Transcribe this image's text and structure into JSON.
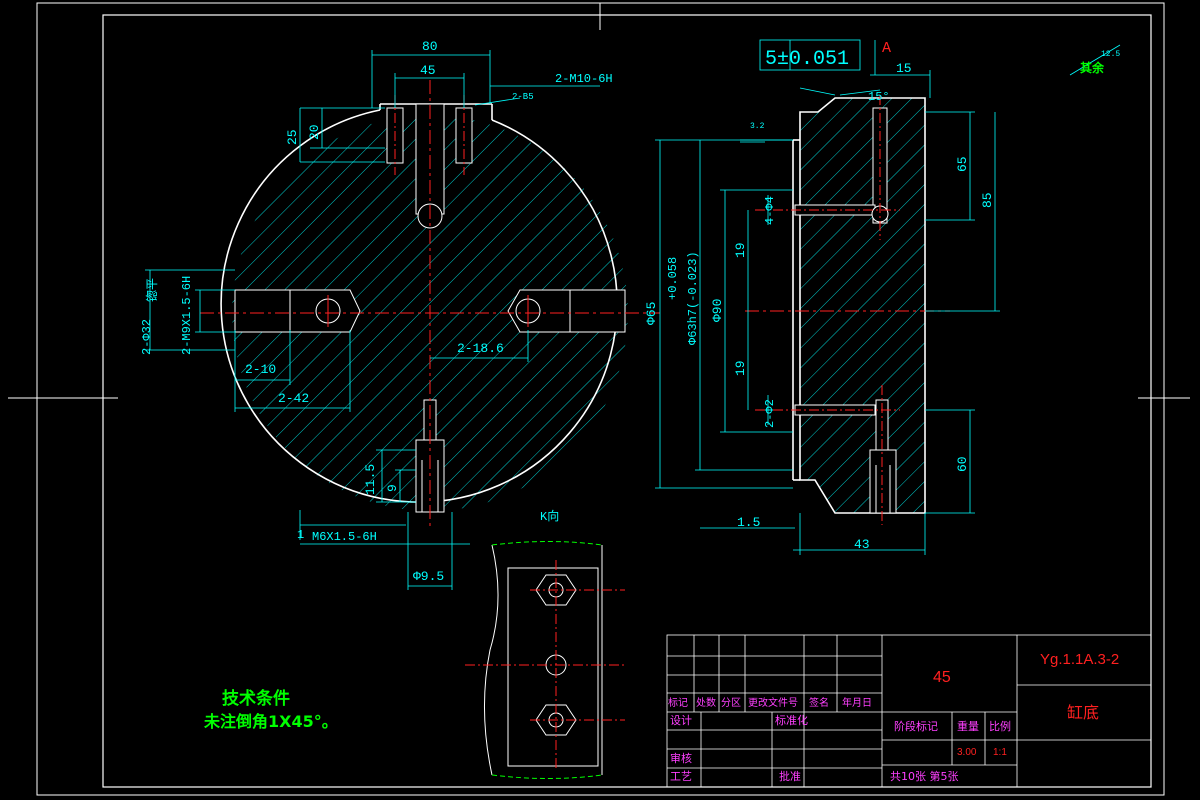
{
  "drawing": {
    "dims_left": {
      "d80": "80",
      "d45": "45",
      "thread_top": "2-M10-6H",
      "small_b5": "2-B5",
      "d25": "25",
      "d20": "20",
      "phi32": "2-Φ32",
      "spot_face": "锪平",
      "m9": "2-M9X1.5-6H",
      "d2_10": "2-10",
      "d2_42": "2-42",
      "d2_18_6": "2-18.6",
      "d11_5": "11.5",
      "d9": "9",
      "d1": "1",
      "m6": "M6X1.5-6H",
      "phi9_5": "Φ9.5",
      "phi65": "Φ65"
    },
    "dims_right": {
      "tol_frame": "5±0.051",
      "datum_a": "A",
      "d15": "15",
      "angle15": "15°",
      "rough32": "3.2",
      "rough_other_label": "其余",
      "rough125": "12.5",
      "d65": "65",
      "d85": "85",
      "tol": "+0.058",
      "phi63": "Φ63h7(-0.023)",
      "d4_phi4": "4-Φ4",
      "d19a": "19",
      "phi90": "Φ90",
      "d19b": "19",
      "d2_phi2": "2-Φ2",
      "d60": "60",
      "d1_5": "1.5",
      "d43": "43"
    },
    "view_k": "K向",
    "tech_title": "技术条件",
    "tech_note": "未注倒角1X45°。"
  },
  "title_block": {
    "material": "45",
    "drawing_no": "Yg.1.1A.3-2",
    "part_name": "缸底",
    "row_headers": [
      "标记",
      "处数",
      "分区",
      "更改文件号",
      "签名",
      "年月日"
    ],
    "design": "设计",
    "standardize": "标准化",
    "review": "审核",
    "process": "工艺",
    "approve": "批准",
    "stage_mark": "阶段标记",
    "weight_label": "重量",
    "scale_label": "比例",
    "weight": "3.00",
    "scale": "1:1",
    "sheets": "共10张 第5张"
  }
}
